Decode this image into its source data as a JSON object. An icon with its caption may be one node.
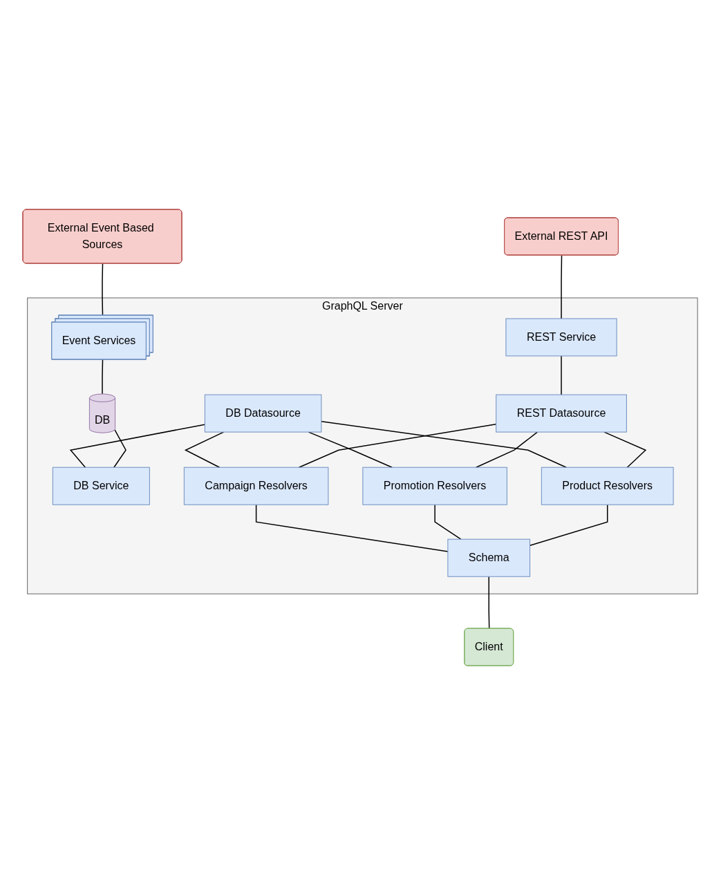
{
  "diagram": {
    "nodes": [
      {
        "text": [
          "External REST API"
        ]
      },
      {
        "text": [
          "External Event Based Sources"
        ]
      },
      {
        "text": [
          "GraphQL Server"
        ]
      },
      {
        "text": [
          "REST Service"
        ],
        "in": 2
      },
      {
        "text": [
          "Event Services"
        ],
        "in": 2
      },
      {
        "text": [
          "DB"
        ],
        "in": 2
      },
      {
        "text": [
          "REST Datasource"
        ],
        "in": 2
      },
      {
        "text": [
          "DB Datasource"
        ],
        "in": 2
      },
      {
        "text": [
          "DB Service"
        ],
        "in": 2
      },
      {
        "text": [
          "Product Resolvers"
        ],
        "in": 2
      },
      {
        "text": [
          "Promotion Resolvers"
        ],
        "in": 2
      },
      {
        "text": [
          "Campaign Resolvers"
        ],
        "in": 2
      },
      {
        "text": [
          "Schema"
        ],
        "in": 2
      },
      {
        "text": [
          "Client"
        ]
      }
    ],
    "edges": [
      {
        "from": 0,
        "to": 3,
        "arrow": "none"
      },
      {
        "from": 1,
        "to": 4,
        "arrow": "none"
      },
      {
        "from": 4,
        "to": 5,
        "arrow": "none"
      },
      {
        "from": 3,
        "to": 6,
        "arrow": "none"
      },
      {
        "from": 5,
        "to": 8,
        "arrow": "none"
      },
      {
        "from": 7,
        "to": 8,
        "arrow": "none"
      },
      {
        "from": 6,
        "to": 9,
        "arrow": "none"
      },
      {
        "from": 6,
        "to": 10,
        "arrow": "none"
      },
      {
        "from": 6,
        "to": 11,
        "arrow": "none"
      },
      {
        "from": 7,
        "to": 9,
        "arrow": "none"
      },
      {
        "from": 7,
        "to": 10,
        "arrow": "none"
      },
      {
        "from": 7,
        "to": 11,
        "arrow": "none"
      },
      {
        "from": 9,
        "to": 12,
        "arrow": "none"
      },
      {
        "from": 10,
        "to": 12,
        "arrow": "none"
      },
      {
        "from": 11,
        "to": 12,
        "arrow": "none"
      },
      {
        "from": 12,
        "to": 13,
        "arrow": "none"
      }
    ]
  }
}
